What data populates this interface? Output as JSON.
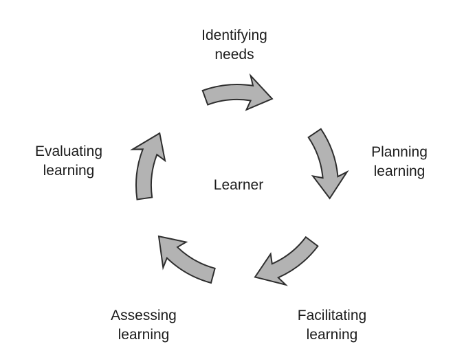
{
  "colors": {
    "background": "#ffffff",
    "arrow_fill": "#b3b3b3",
    "arrow_stroke": "#2e2e2e",
    "text": "#1c1c1c"
  },
  "diagram": {
    "center_label": "Learner",
    "arrow_icon": "curved-clockwise-arrow",
    "stages": [
      {
        "name": "identifying-needs",
        "lines": [
          "Identifying",
          "needs"
        ]
      },
      {
        "name": "planning-learning",
        "lines": [
          "Planning",
          "learning"
        ]
      },
      {
        "name": "facilitating-learning",
        "lines": [
          "Facilitating",
          "learning"
        ]
      },
      {
        "name": "assessing-learning",
        "lines": [
          "Assessing",
          "learning"
        ]
      },
      {
        "name": "evaluating-learning",
        "lines": [
          "Evaluating",
          "learning"
        ]
      }
    ]
  }
}
